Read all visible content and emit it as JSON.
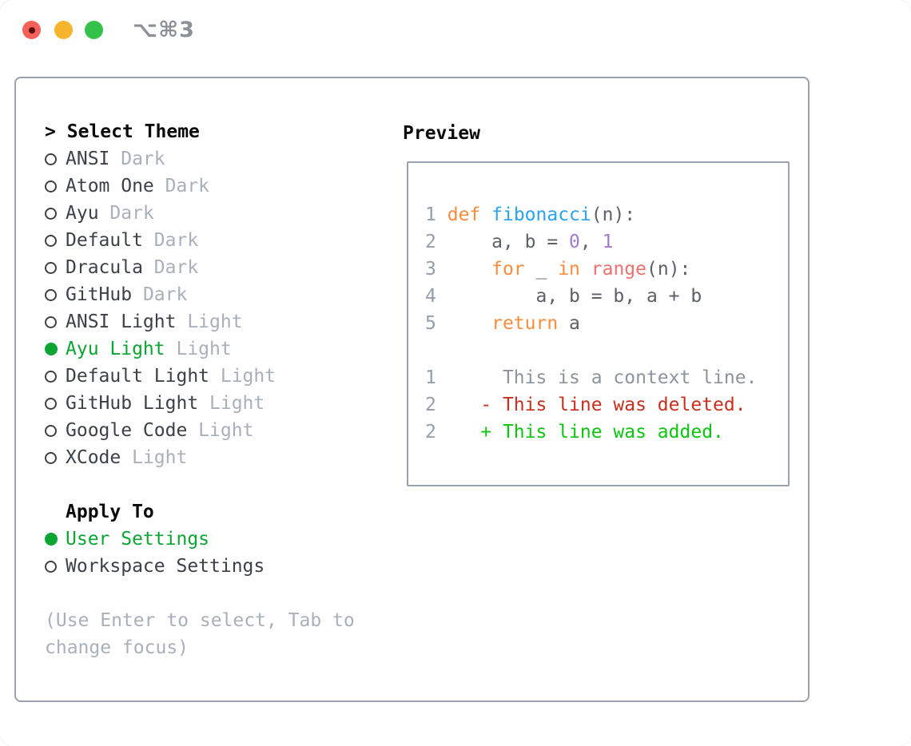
{
  "window": {
    "title": "⌥⌘3",
    "traffic_lights": [
      {
        "name": "close",
        "has_dot": true
      },
      {
        "name": "minimize",
        "has_dot": false
      },
      {
        "name": "zoom",
        "has_dot": false
      }
    ]
  },
  "theme_list": {
    "cursor": ">",
    "title": "Select Theme",
    "items": [
      {
        "name": "ANSI",
        "tag": "Dark",
        "selected": false
      },
      {
        "name": "Atom One",
        "tag": "Dark",
        "selected": false
      },
      {
        "name": "Ayu",
        "tag": "Dark",
        "selected": false
      },
      {
        "name": "Default",
        "tag": "Dark",
        "selected": false
      },
      {
        "name": "Dracula",
        "tag": "Dark",
        "selected": false
      },
      {
        "name": "GitHub",
        "tag": "Dark",
        "selected": false
      },
      {
        "name": "ANSI Light",
        "tag": "Light",
        "selected": false
      },
      {
        "name": "Ayu Light",
        "tag": "Light",
        "selected": true
      },
      {
        "name": "Default Light",
        "tag": "Light",
        "selected": false
      },
      {
        "name": "GitHub Light",
        "tag": "Light",
        "selected": false
      },
      {
        "name": "Google Code",
        "tag": "Light",
        "selected": false
      },
      {
        "name": "XCode",
        "tag": "Light",
        "selected": false
      }
    ]
  },
  "apply_to": {
    "title": "Apply To",
    "options": [
      {
        "name": "User Settings",
        "selected": true
      },
      {
        "name": "Workspace Settings",
        "selected": false
      }
    ]
  },
  "hint": "(Use Enter to select, Tab to change focus)",
  "preview": {
    "title": "Preview",
    "lines": [
      [
        {
          "t": "1",
          "c": "ln"
        },
        {
          "t": " ",
          "c": "plain"
        },
        {
          "t": "def",
          "c": "kw"
        },
        {
          "t": " ",
          "c": "plain"
        },
        {
          "t": "fibonacci",
          "c": "fn"
        },
        {
          "t": "(n):",
          "c": "plain"
        }
      ],
      [
        {
          "t": "2",
          "c": "ln"
        },
        {
          "t": "     a, b = ",
          "c": "plain"
        },
        {
          "t": "0",
          "c": "num"
        },
        {
          "t": ", ",
          "c": "plain"
        },
        {
          "t": "1",
          "c": "num"
        }
      ],
      [
        {
          "t": "3",
          "c": "ln"
        },
        {
          "t": "     ",
          "c": "plain"
        },
        {
          "t": "for",
          "c": "kw"
        },
        {
          "t": " _ ",
          "c": "plain"
        },
        {
          "t": "in",
          "c": "kw"
        },
        {
          "t": " ",
          "c": "plain"
        },
        {
          "t": "range",
          "c": "bi"
        },
        {
          "t": "(n):",
          "c": "plain"
        }
      ],
      [
        {
          "t": "4",
          "c": "ln"
        },
        {
          "t": "         a, b = b, a + b",
          "c": "plain"
        }
      ],
      [
        {
          "t": "5",
          "c": "ln"
        },
        {
          "t": "     ",
          "c": "plain"
        },
        {
          "t": "return",
          "c": "kw"
        },
        {
          "t": " a",
          "c": "plain"
        }
      ],
      [],
      [
        {
          "t": "1",
          "c": "ln"
        },
        {
          "t": "      This is a context line.",
          "c": "ctx"
        }
      ],
      [
        {
          "t": "2",
          "c": "ln"
        },
        {
          "t": "    - This line was deleted.",
          "c": "del"
        }
      ],
      [
        {
          "t": "2",
          "c": "ln"
        },
        {
          "t": "    + This line was added.",
          "c": "add"
        }
      ]
    ]
  },
  "colors": {
    "panel_border": "#9aa2ad",
    "header_text": "#0a0a0a",
    "item_text": "#3c4148",
    "muted_text": "#a9b0ba",
    "accent_green": "#0ba534",
    "line_number": "#959ea8",
    "code_plain": "#5b6167",
    "code_keyword": "#fa8c3e",
    "code_function": "#29a3ef",
    "code_number": "#a37acc",
    "code_builtin": "#f07171",
    "diff_context": "#8d949c",
    "diff_deleted": "#ca2f1d",
    "diff_added": "#0bc50e",
    "traffic_red": "#f4605a",
    "traffic_red_dot": "#5c100b",
    "traffic_yellow": "#f5b62e",
    "traffic_green": "#35c24b",
    "titlebar_text": "#8a9095"
  }
}
